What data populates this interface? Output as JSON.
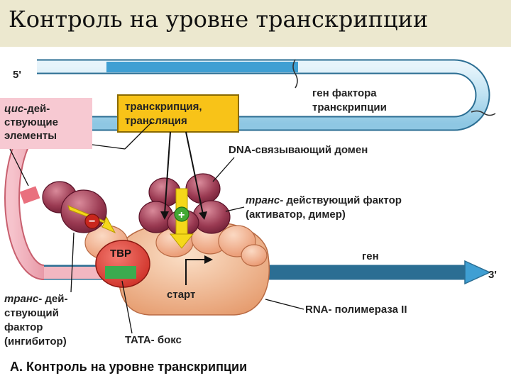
{
  "title": "Контроль на уровне транскрипции",
  "diagram": {
    "end5": "5'",
    "end3": "3'",
    "gene_tf": [
      "ген фактора",
      "транскрипции"
    ],
    "cis_prefix": "цис",
    "cis_rest": "-дей-",
    "cis_lines": [
      "ствующие",
      "элементы"
    ],
    "transcription_box": [
      "транскрипция,",
      "трансляция"
    ],
    "dna_binding": "DNA-связывающий домен",
    "activator_prefix": "транс",
    "activator_rest": "- действующий фактор",
    "activator_line2": "(активатор, димер)",
    "gene": "ген",
    "tbp": "TBP",
    "start": "старт",
    "polymerase": "RNA- полимераза II",
    "tata": "TATA- бокс",
    "inhibitor_prefix": "транс",
    "inhibitor_rest": "- дей-",
    "inhibitor_lines": [
      "ствующий",
      "фактор",
      "(ингибитор)"
    ],
    "plus_sign": "+",
    "minus_sign": "−",
    "caption": "А. Контроль на уровне транскрипции"
  }
}
